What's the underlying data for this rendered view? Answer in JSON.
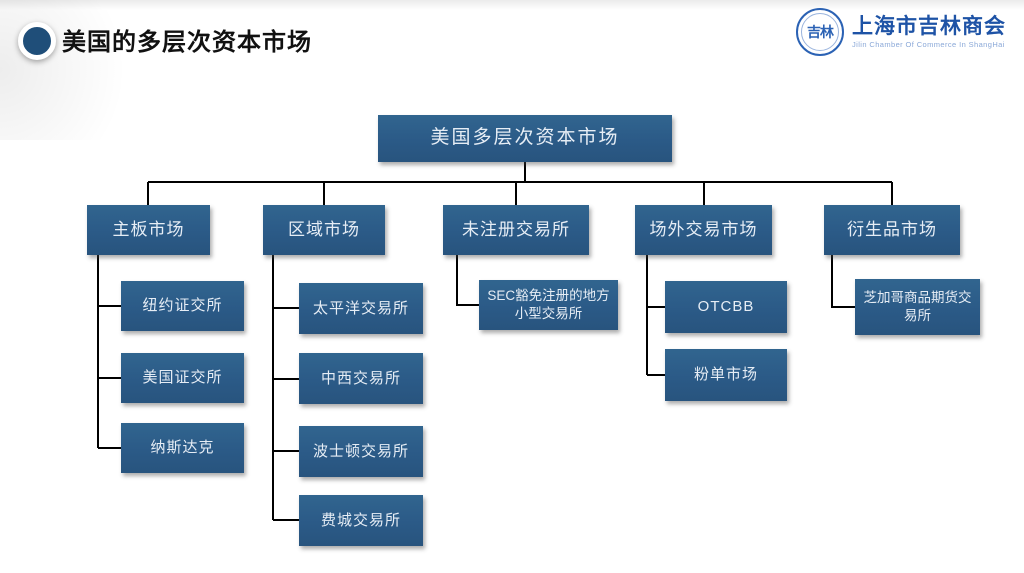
{
  "header": {
    "title": "美国的多层次资本市场",
    "logo": {
      "seal_text": "吉林",
      "org_name": "上海市吉林商会",
      "org_name_en": "Jilin Chamber Of Commerce In ShangHai"
    }
  },
  "colors": {
    "node_fill": "#2b5a87",
    "node_text": "#e6edf5",
    "connector": "#000000",
    "logo_blue": "#1e53a6",
    "bullet_fill": "#1f4e79"
  },
  "tree": {
    "root": "美国多层次资本市场",
    "branches": [
      {
        "label": "主板市场",
        "children": [
          "纽约证交所",
          "美国证交所",
          "纳斯达克"
        ]
      },
      {
        "label": "区域市场",
        "children": [
          "太平洋交易所",
          "中西交易所",
          "波士顿交易所",
          "费城交易所"
        ]
      },
      {
        "label": "未注册交易所",
        "children": [
          "SEC豁免注册的地方小型交易所"
        ]
      },
      {
        "label": "场外交易市场",
        "children": [
          "OTCBB",
          "粉单市场"
        ]
      },
      {
        "label": "衍生品市场",
        "children": [
          "芝加哥商品期货交易所"
        ]
      }
    ]
  }
}
